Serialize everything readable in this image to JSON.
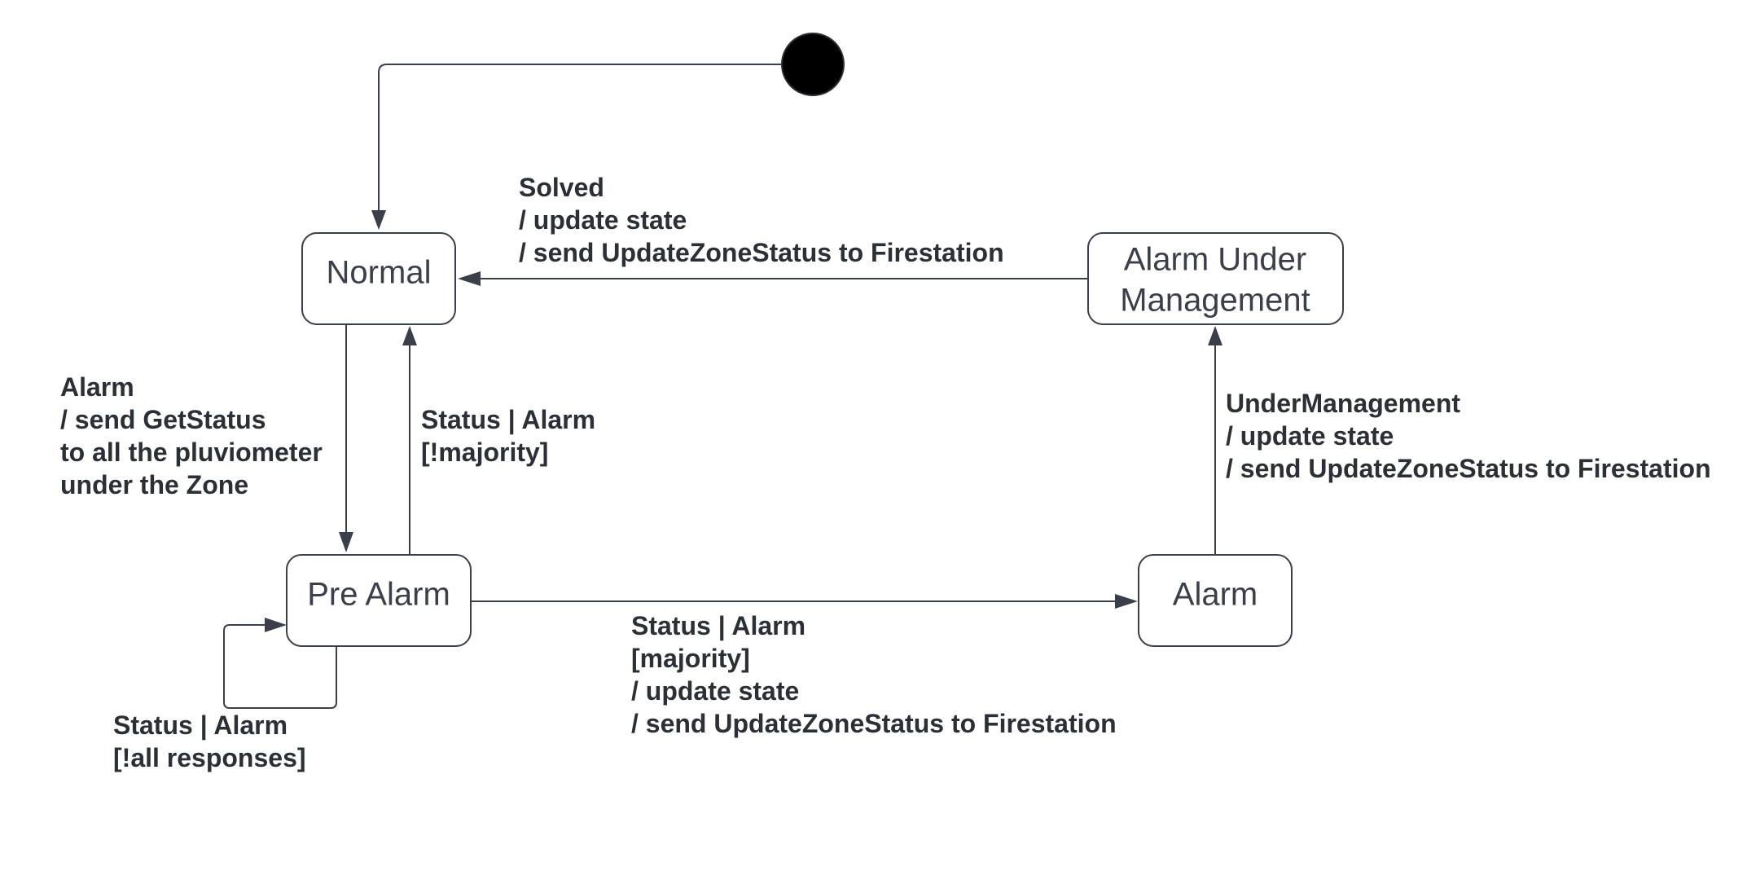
{
  "states": {
    "normal": "Normal",
    "alarm_under_management": [
      "Alarm Under",
      "Management"
    ],
    "pre_alarm": "Pre Alarm",
    "alarm": "Alarm"
  },
  "transitions": {
    "solved": [
      "Solved",
      "/ update state",
      "/ send UpdateZoneStatus to Firestation"
    ],
    "normal_to_pre_alarm": [
      "Alarm",
      "/ send GetStatus",
      "to all the pluviometer",
      "under the Zone"
    ],
    "pre_alarm_to_normal": [
      "Status | Alarm",
      "[!majority]"
    ],
    "under_management": [
      "UnderManagement",
      "/ update state",
      "/ send UpdateZoneStatus to Firestation"
    ],
    "pre_alarm_to_alarm": [
      "Status | Alarm",
      "[majority]",
      "/ update state",
      "/ send UpdateZoneStatus to Firestation"
    ],
    "pre_alarm_self": [
      "Status | Alarm",
      "[!all responses]"
    ]
  }
}
